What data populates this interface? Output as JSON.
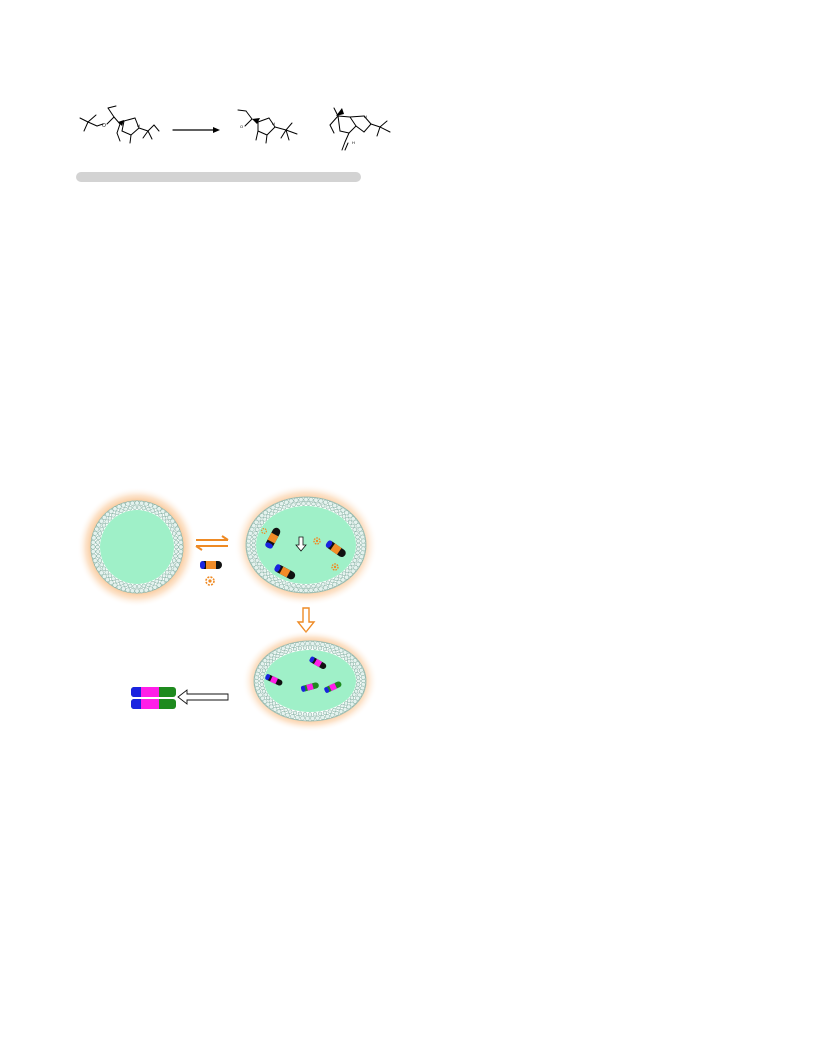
{
  "colors": {
    "background": "#ffffff",
    "placeholder_bar": "#d3d3d3",
    "vesicle_interior": "#9ff0c8",
    "vesicle_glow": "#f7b77a",
    "membrane_head": "#e4f2ee",
    "membrane_head_stroke": "#7aa99a",
    "orange_arrow": "#ee8a24",
    "block_blue": "#1a23e0",
    "block_magenta": "#ff1ee8",
    "block_green": "#1e8a1e",
    "rod_black": "#111111",
    "rod_orange": "#f28c28"
  },
  "icons": {
    "reaction_arrow": "long-right-arrow",
    "equilibrium": "equilibrium-harpoons",
    "process_arrow_down": "hollow-down-arrow",
    "process_arrow_left": "hollow-left-arrow",
    "catalyst": "gear-icon",
    "monomer": "capsule-rod-icon"
  }
}
